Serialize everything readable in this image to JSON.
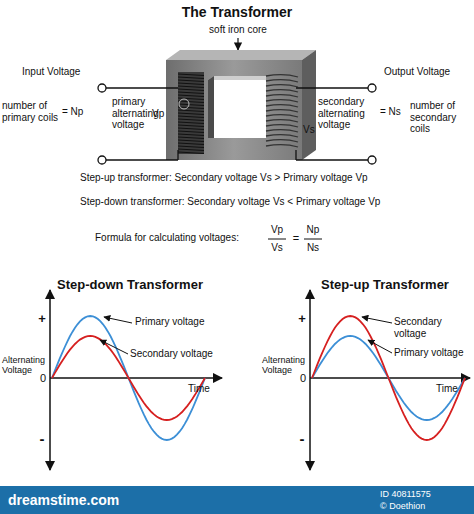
{
  "diagram": {
    "title": "The Transformer",
    "labels": [
      "soft iron core",
      "Input Voltage",
      "number of primary coils",
      "= Np",
      "primary alternating voltage",
      "Vp",
      "secondary alternating voltage",
      "Vs",
      "Output Voltage",
      "number of secondary coils",
      "= Ns",
      "Step-up transformer:  Secondary voltage Vs  > Primary voltage Vp",
      "Step-down transformer: Secondary voltage Vs  < Primary voltage Vp",
      "Formula for calculating voltages:",
      "Vp",
      "Vs",
      "Np",
      "Ns",
      "=",
      "Step-down Transformer",
      "Step-up Transformer",
      "Primary voltage",
      "Secondary voltage",
      "+",
      "-",
      "Alternating Voltage",
      "0",
      "Time",
      "Secondary voltage",
      "Primary voltage",
      "+",
      "-",
      "Alternating Voltage",
      "0",
      "Time",
      "dreamstime.com",
      "ID 40811575",
      "© Doethion"
    ]
  }
}
